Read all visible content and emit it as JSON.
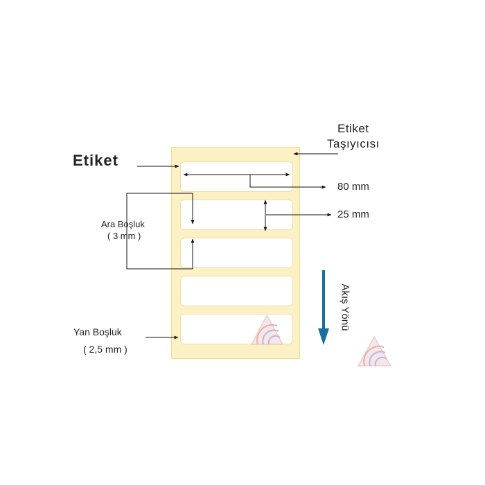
{
  "labels": {
    "carrier_line1": "Etiket",
    "carrier_line2": "Taşıyıcısı",
    "etiket": "Etiket",
    "width": "80 mm",
    "height": "25 mm",
    "gap_line1": "Ara Boşluk",
    "gap_line2": "( 3 mm )",
    "side_line1": "Yan Boşluk",
    "side_line2": "( 2,5 mm )",
    "flow": "Akış Yönü"
  },
  "label_count": 5,
  "colors": {
    "carrier_fill": "#fcf1c4",
    "carrier_border": "#eedc93",
    "label_fill": "#ffffff",
    "flow_arrow": "#1a6e9e",
    "line": "#111111"
  },
  "icons": [
    "watermark-logo-icon",
    "down-arrow-icon"
  ]
}
